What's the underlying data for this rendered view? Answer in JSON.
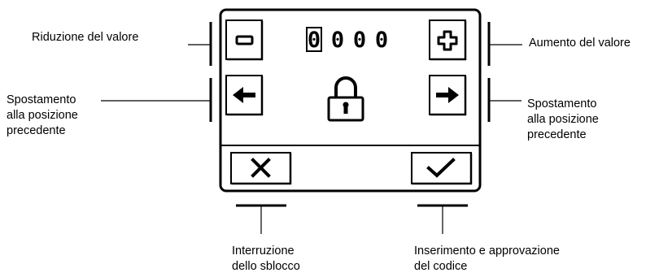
{
  "panel": {
    "code_digits": [
      "0",
      "0",
      "0",
      "0"
    ]
  },
  "labels": {
    "decrease_value": "Riduzione del valore",
    "increase_value": "Aumento del valore",
    "move_previous_left": [
      "Spostamento",
      "alla posizione",
      "precedente"
    ],
    "move_previous_right": [
      "Spostamento",
      "alla posizione",
      "precedente"
    ],
    "cancel_unlock": [
      "Interruzione",
      "dello sblocco"
    ],
    "confirm_code": [
      "Inserimento e approvazione",
      "del codice"
    ]
  },
  "icons": {
    "minus_button": "minus-icon",
    "plus_button": "plus-icon",
    "left_button": "arrow-left-icon",
    "right_button": "arrow-right-icon",
    "center": "padlock-icon",
    "cancel_button": "x-icon",
    "confirm_button": "checkmark-icon"
  }
}
